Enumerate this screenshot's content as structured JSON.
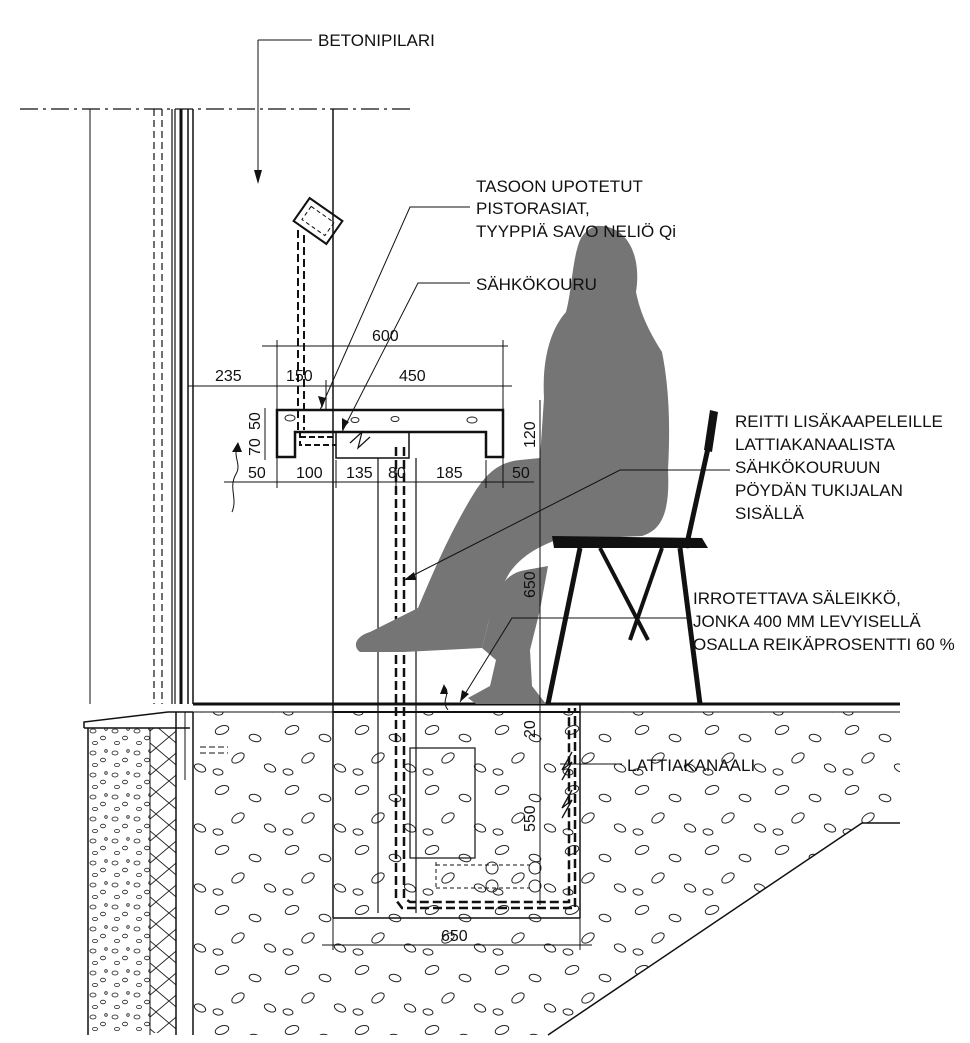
{
  "labels": {
    "betonipilari": "BETONIPILARI",
    "tasoon_1": "TASOON UPOTETUT",
    "tasoon_2": "PISTORASIAT,",
    "tasoon_3": "TYYPPIÄ SAVO NELIÖ Qi",
    "sahkokouru": "SÄHKÖKOURU",
    "reitti_1": "REITTI LISÄKAAPELEILLE",
    "reitti_2": "LATTIAKANAALISTA",
    "reitti_3": "SÄHKÖKOURUUN",
    "reitti_4": "PÖYDÄN TUKIJALAN",
    "reitti_5": "SISÄLLÄ",
    "irrotettava_1": "IRROTETTAVA SÄLEIKKÖ,",
    "irrotettava_2": "JONKA 400 MM LEVYISELLÄ",
    "irrotettava_3": "OSALLA REIKÄPROSENTTI 60 %",
    "lattiakanaali": "LATTIAKANAALI"
  },
  "dimensions": {
    "d600": "600",
    "d235": "235",
    "d150": "150",
    "d450": "450",
    "d70": "70",
    "d50_v": "50",
    "d120": "120",
    "d50_l": "50",
    "d100": "100",
    "d135": "135",
    "d80": "80",
    "d185": "185",
    "d50_r": "50",
    "d650_v": "650",
    "d20": "20",
    "d550": "550",
    "d650_h": "650"
  },
  "colors": {
    "line": "#111111",
    "silhouette": "#757575",
    "chair": "#111111"
  }
}
